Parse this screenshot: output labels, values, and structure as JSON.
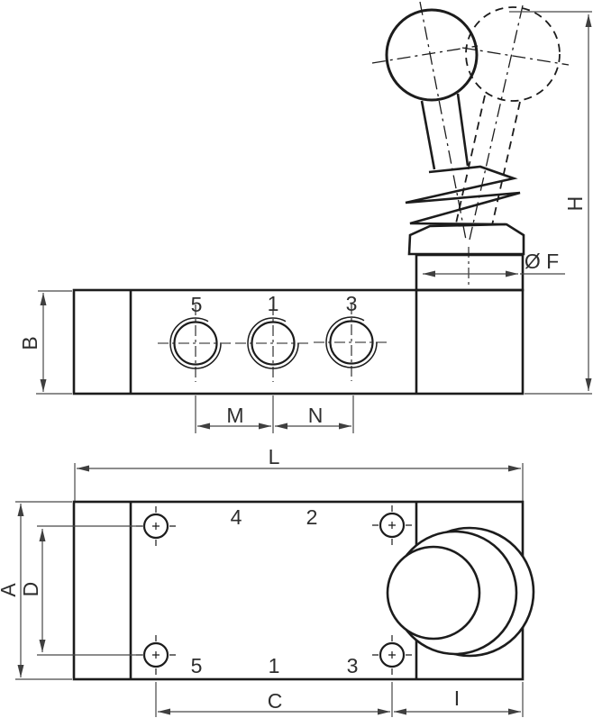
{
  "colors": {
    "line": "#1c1c1c",
    "dim": "#474747",
    "text": "#2e2e2e",
    "bg": "#ffffff"
  },
  "side_view": {
    "ports": [
      {
        "label": "5"
      },
      {
        "label": "1"
      },
      {
        "label": "3"
      }
    ],
    "dims": {
      "b": "B",
      "m": "M",
      "n": "N",
      "f": "Ø F",
      "h": "H"
    }
  },
  "top_view": {
    "top_ports": [
      {
        "label": "4"
      },
      {
        "label": "2"
      }
    ],
    "bottom_ports": [
      {
        "label": "5"
      },
      {
        "label": "1"
      },
      {
        "label": "3"
      }
    ],
    "dims": {
      "l": "L",
      "a": "A",
      "d": "D",
      "c": "C",
      "i": "I"
    }
  }
}
